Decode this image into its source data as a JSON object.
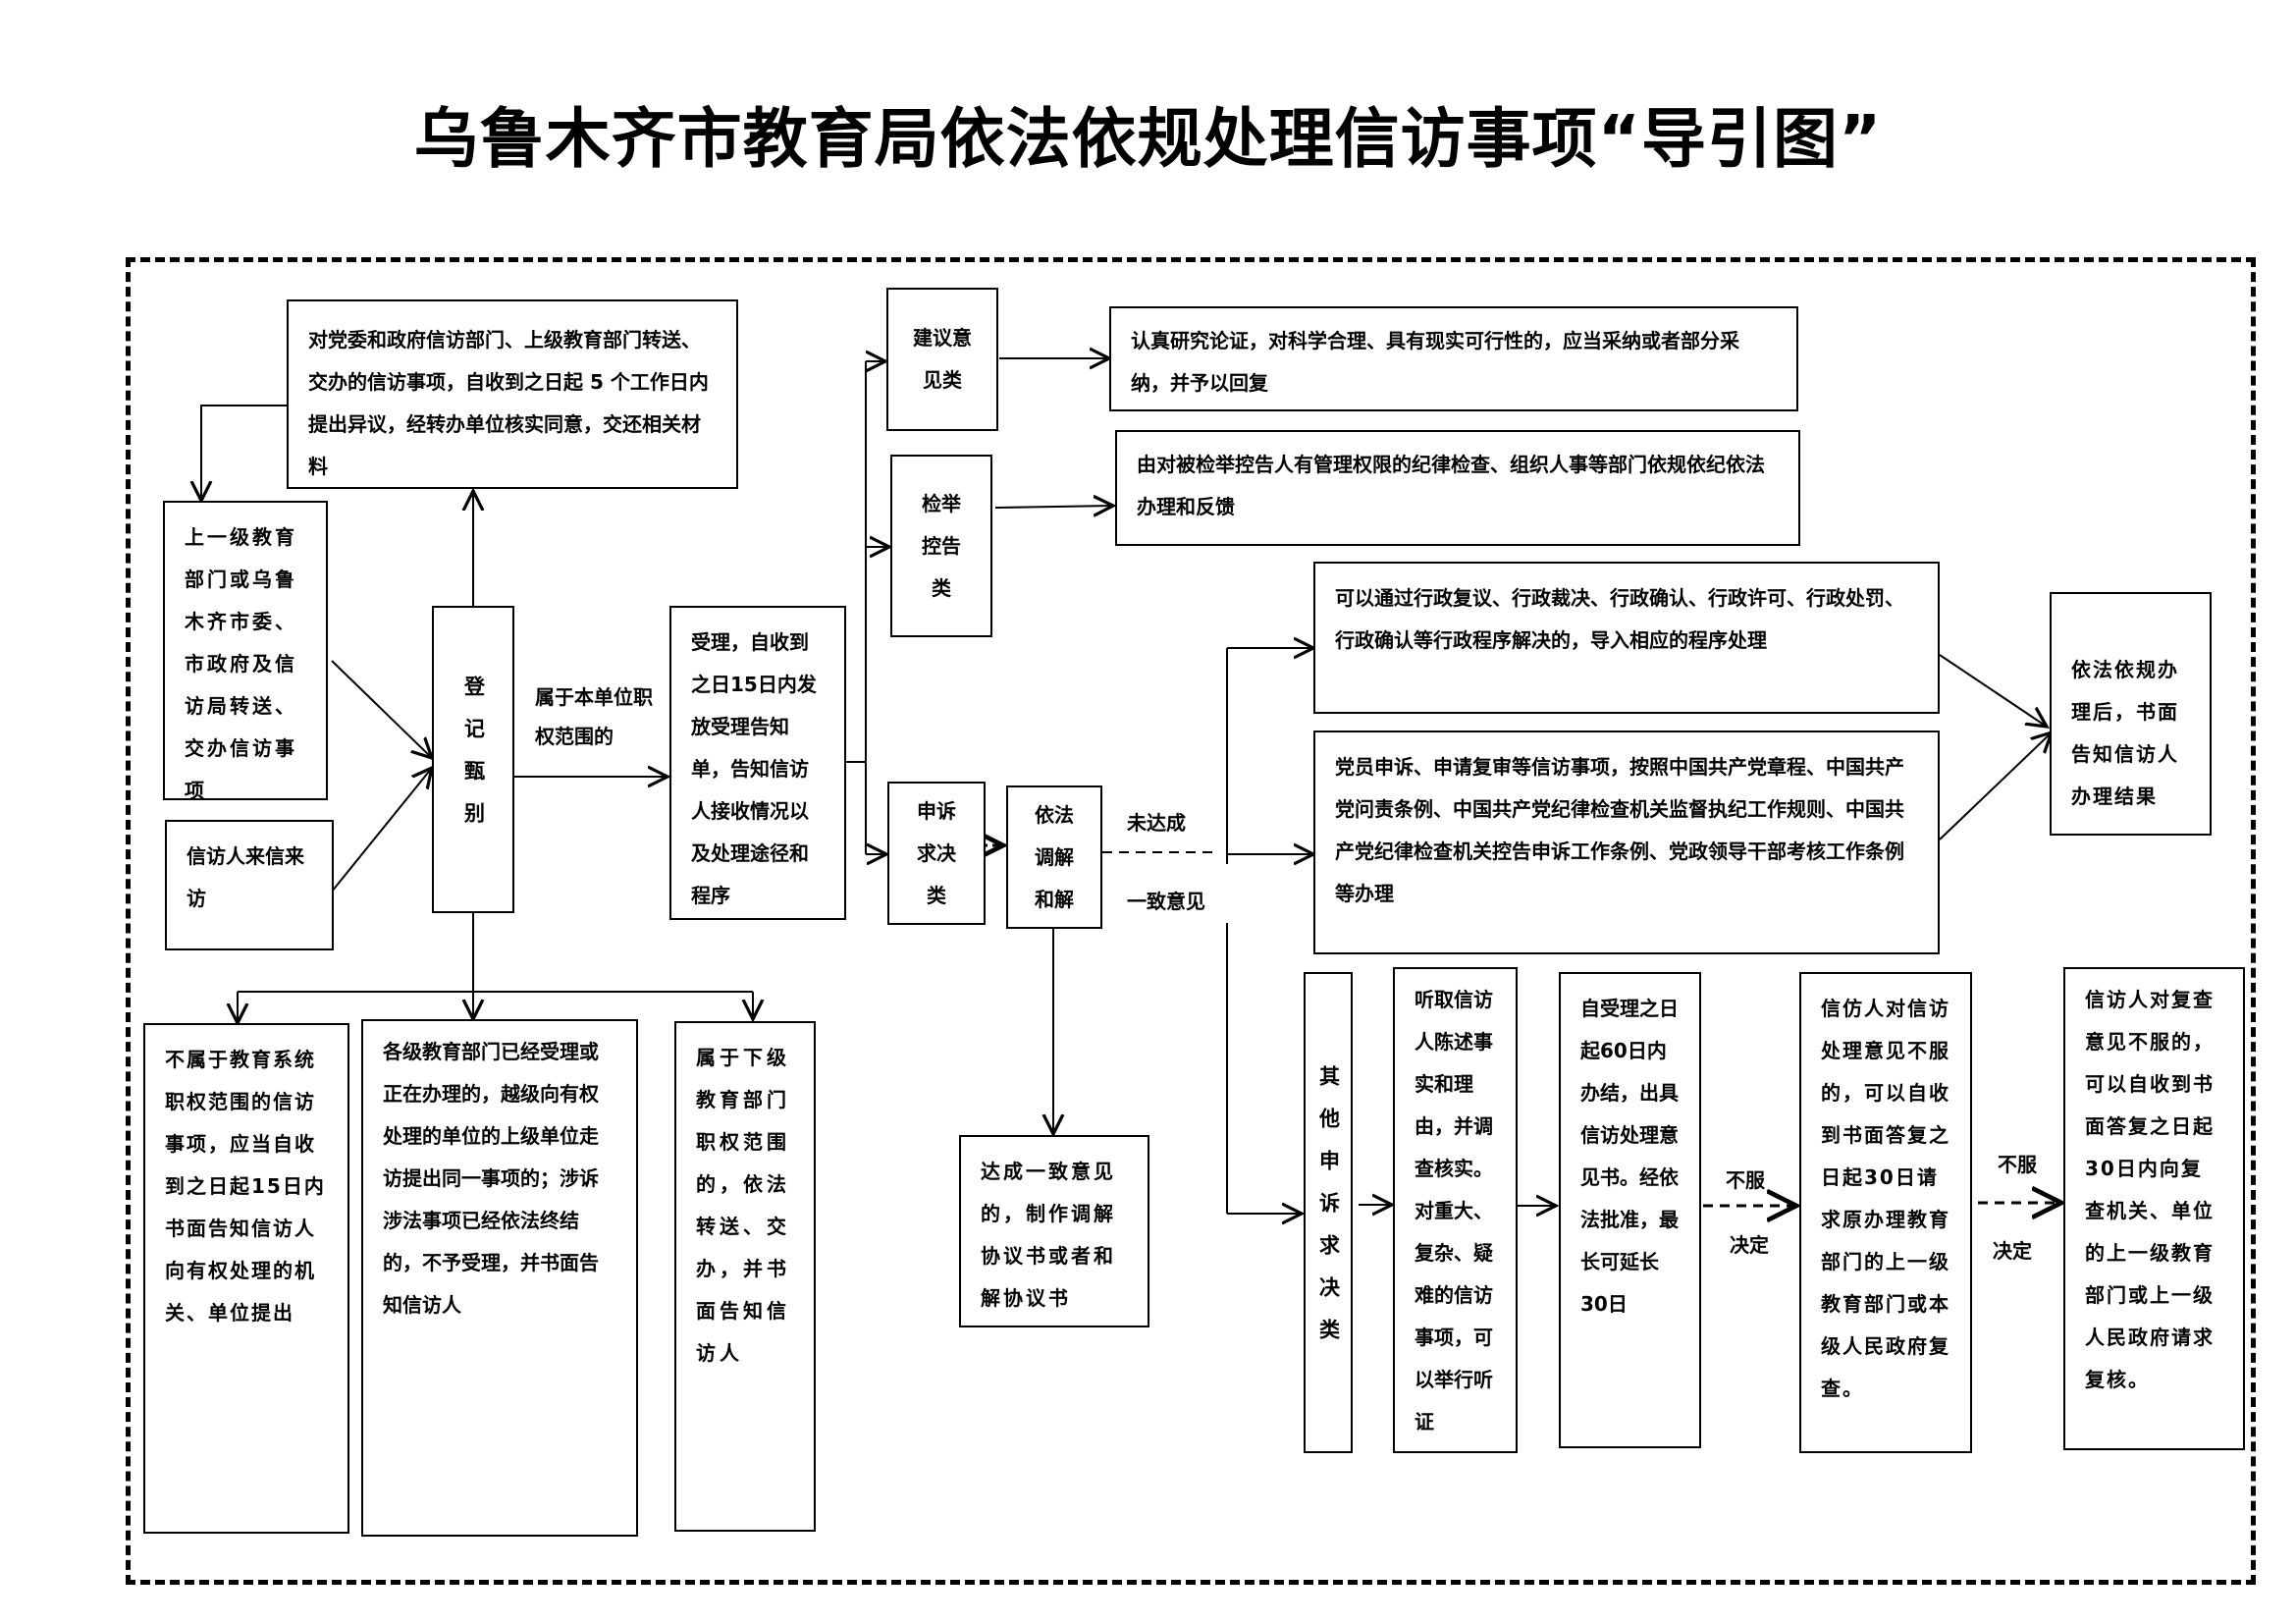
{
  "title": "乌鲁木齐市教育局依法依规处理信访事项“导引图”",
  "nodes": {
    "objection": "对党委和政府信访部门、上级教育部门转送、交办的信访事项，自收到之日起 5 个工作日内提出异议，经转办单位核实同意，交还相关材料",
    "superior_source": "上一级教育部门或乌鲁木齐市委、市政府及信访局转送、交办信访事项",
    "petitioner_source": "信访人来信来访",
    "register": "登记甄别",
    "in_scope_label": "属于本单位职权范围的",
    "accept": "受理，自收到之日15日内发放受理告知单，告知信访人接收情况以及处理途径和程序",
    "suggestion_cat": "建议意见类",
    "suggestion_result": "认真研究论证，对科学合理、具有现实可行性的，应当采纳或者部分采纳，并予以回复",
    "report_cat": "检举控告类",
    "report_result": "由对被检举控告人有管理权限的纪律检查、组织人事等部门依规依纪依法办理和反馈",
    "admin_route": "可以通过行政复议、行政裁决、行政确认、行政许可、行政处罚、行政确认等行政程序解决的，导入相应的程序处理",
    "party_route": "党员申诉、申请复审等信访事项，按照中国共产党章程、中国共产党问责条例、中国共产党纪律检查机关监督执纪工作规则、中国共产党纪律检查机关控告申诉工作条例、党政领导干部考核工作条例等办理",
    "final_notice": "依法依规办理后，书面告知信访人办理结果",
    "appeal_cat": "申诉求决类",
    "mediation": "依法调解和解",
    "no_agreement_top": "未达成",
    "no_agreement_bottom": "一致意见",
    "agreement": "达成一致意见的，制作调解协议书或者和解协议书",
    "other_appeal": "其他申诉求决类",
    "hearing": "听取信访人陈述事实和理由，并调查核实。对重大、复杂、疑难的信访事项，可以举行听证",
    "deadline": "自受理之日起60日内办结，出具信访处理意见书。经依法批准，最长可延长30日",
    "review": "信仿人对信访处理意见不服的，可以自收到书面答复之日起30日请求原办理教育部门的上一级教育部门或本级人民政府复查。",
    "recheck": "信访人对复查意见不服的，可以自收到书面答复之日起30日内向复查机关、单位的上一级教育部门或上一级人民政府请求复核。",
    "not_edu": "不属于教育系统职权范围的信访事项，应当自收到之日起15日内书面告知信访人向有权处理的机关、单位提出",
    "already_handled": "各级教育部门已经受理或正在办理的，越级向有权处理的单位的上级单位走访提出同一事项的；涉诉涉法事项已经依法终结的，不予受理，并书面告知信访人",
    "lower_level": "属于下级教育部门职权范围的，依法转送、交办，并书面告知信访人",
    "disagree_1_top": "不服",
    "disagree_1_bottom": "决定",
    "disagree_2_top": "不服",
    "disagree_2_bottom": "决定"
  }
}
